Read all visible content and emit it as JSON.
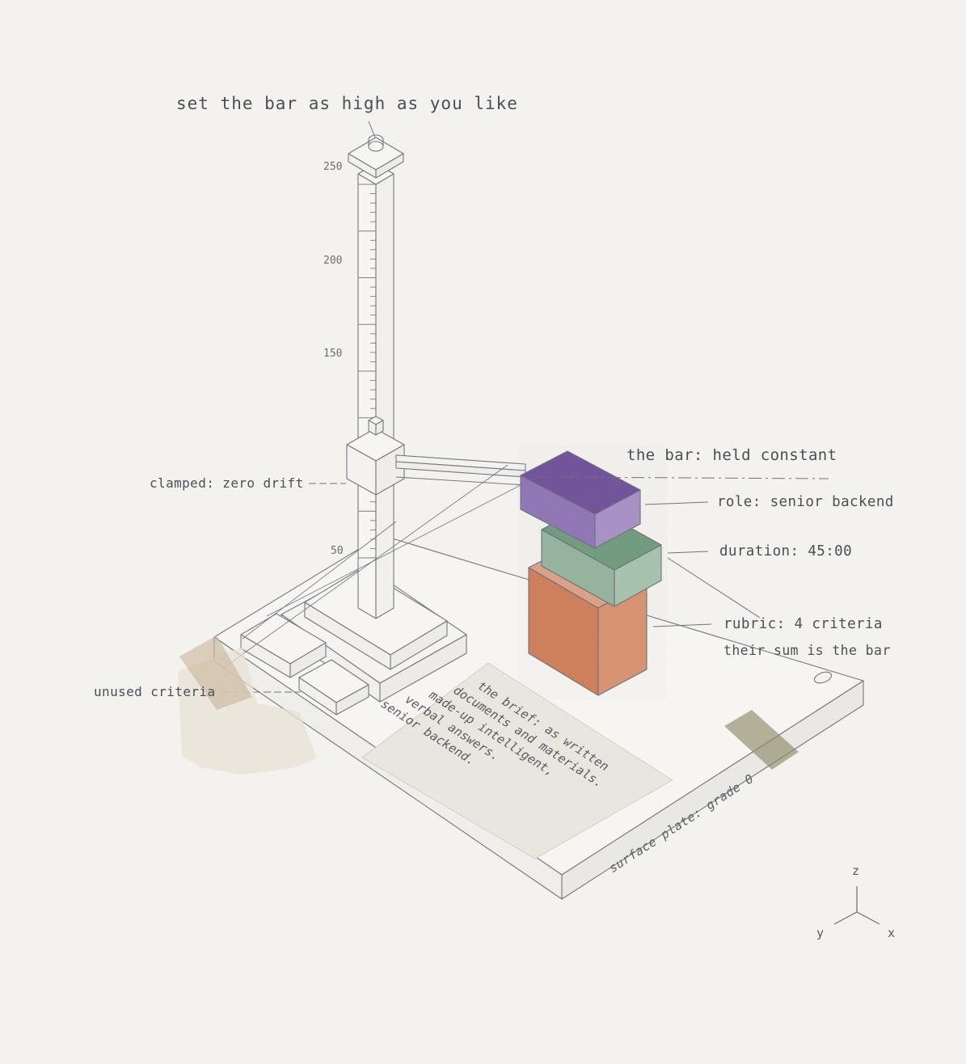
{
  "title": "set the bar as high as you like",
  "ruler": {
    "ticks": [
      "250",
      "200",
      "150",
      "50"
    ]
  },
  "callouts": {
    "clamped": "clamped: zero drift",
    "bar": "the bar: held constant",
    "role": "role: senior backend",
    "duration": "duration: 45:00",
    "rubric": "rubric: 4 criteria",
    "rubric_note": "their sum is the bar",
    "unused": "unused criteria"
  },
  "brief": {
    "lines": [
      "the brief: as written",
      "documents and materials.",
      "made-up intelligent,",
      "verbal answers.",
      "senior backend."
    ]
  },
  "plate_label": "surface plate: grade 0",
  "axes": {
    "z": "z",
    "y": "y",
    "x": "x"
  },
  "colors": {
    "line": "#6f737c",
    "purple_top": "#6f4f9a",
    "purple_side": "#a78fc6",
    "purple_front": "#8e73b5",
    "green_top": "#6f9a7c",
    "green_side": "#a6c2ad",
    "green_front": "#93b39c",
    "orange_front": "#cf7d58",
    "orange_side": "#d9916e",
    "tape": "#c9b49a",
    "tape_dark": "#8f8a6a",
    "paper": "#ebe8e1"
  }
}
